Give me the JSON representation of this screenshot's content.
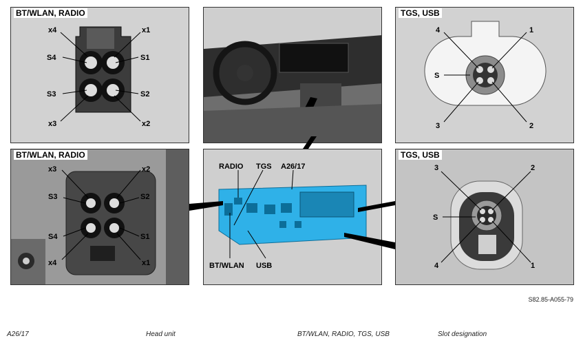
{
  "panels": {
    "tl": {
      "title": "BT/WLAN, RADIO",
      "labels": [
        "x4",
        "x1",
        "S4",
        "S1",
        "S3",
        "S2",
        "x3",
        "x2"
      ]
    },
    "tr": {
      "title": "TGS, USB",
      "labels": [
        "4",
        "1",
        "S",
        "3",
        "2"
      ]
    },
    "bl": {
      "title": "BT/WLAN, RADIO",
      "labels": [
        "x3",
        "x2",
        "S3",
        "S2",
        "S4",
        "S1",
        "x4",
        "x1"
      ]
    },
    "bm": {
      "labels": [
        "RADIO",
        "TGS",
        "A26/17",
        "BT/WLAN",
        "USB"
      ]
    },
    "br": {
      "title": "TGS, USB",
      "labels": [
        "3",
        "2",
        "S",
        "4",
        "1"
      ]
    }
  },
  "reference": "S82.85-A055-79",
  "legend": {
    "item1_code": "A26/17",
    "item1_desc": "Head unit",
    "item2_code": "BT/WLAN, RADIO, TGS, USB",
    "item2_desc": "Slot designation"
  }
}
